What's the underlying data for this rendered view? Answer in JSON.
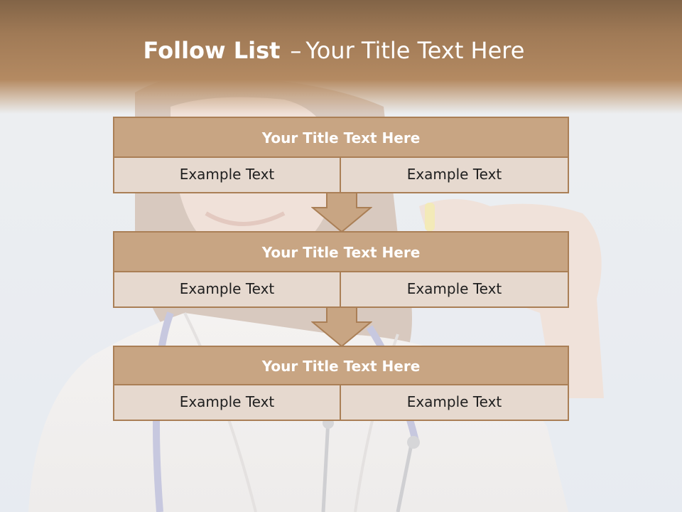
{
  "slide": {
    "title_bold": "Follow List",
    "title_separator": "–",
    "title_rest": "Your Title Text Here"
  },
  "blocks": [
    {
      "title": "Your Title Text Here",
      "cells": [
        "Example Text",
        "Example Text"
      ]
    },
    {
      "title": "Your Title Text Here",
      "cells": [
        "Example Text",
        "Example Text"
      ]
    },
    {
      "title": "Your Title Text Here",
      "cells": [
        "Example Text",
        "Example Text"
      ]
    }
  ],
  "colors": {
    "header": "#a07a56",
    "title_box": "#c8a583",
    "cell_box": "#e6d9cf",
    "border": "#aa7f56"
  }
}
